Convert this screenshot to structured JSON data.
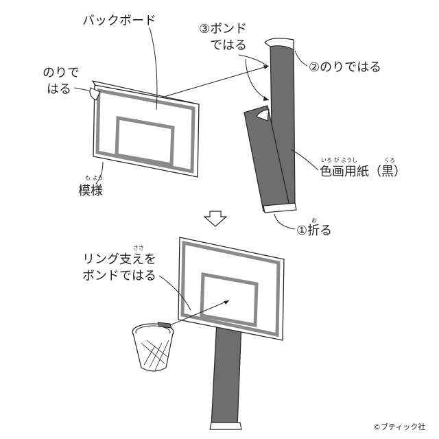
{
  "labels": {
    "backboard": "バックボード",
    "glue_left_line1": "のりで",
    "glue_left_line2": "はる",
    "pattern": "模様",
    "pattern_ruby": "も よう",
    "bond_line1": "③ボンド",
    "bond_line2": "ではる",
    "glue_right": "②のりではる",
    "paper": "色画用紙（黒）",
    "paper_ruby": "いろ が ようし",
    "paper_ruby_kuro": "くろ",
    "fold": "①折る",
    "fold_ruby": "お",
    "ring_line1": "リング支えを",
    "ring_line2": "ボンドではる",
    "ring_ruby": "ささ"
  },
  "copyright": "©ブティック社",
  "colors": {
    "line": "#222222",
    "gray": "#888888",
    "dark_gray": "#6e6e6e",
    "white": "#ffffff"
  },
  "icons": {
    "step_arrow": "hollow-down-arrow-icon"
  }
}
